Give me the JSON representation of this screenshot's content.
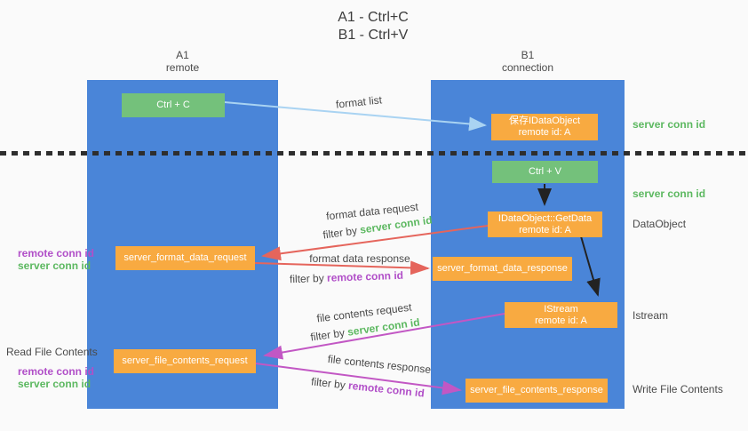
{
  "title": {
    "line1": "A1 - Ctrl+C",
    "line2": "B1 - Ctrl+V"
  },
  "lifelines": {
    "a1": {
      "name": "A1",
      "role": "remote"
    },
    "b1": {
      "name": "B1",
      "role": "connection"
    }
  },
  "nodes": {
    "ctrl_c": {
      "label": "Ctrl + C"
    },
    "ctrl_v": {
      "label": "Ctrl + V"
    },
    "save_idataobject": {
      "line1": "保存IDataObject",
      "line2": "remote id: A"
    },
    "getdata": {
      "line1": "IDataObject::GetData",
      "line2": "remote id: A"
    },
    "istream": {
      "line1": "IStream",
      "line2": "remote id: A"
    },
    "server_format_data_request": {
      "label": "server_format_data_request"
    },
    "server_format_data_response": {
      "label": "server_format_data_response"
    },
    "server_file_contents_request": {
      "label": "server_file_contents_request"
    },
    "server_file_contents_response": {
      "label": "server_file_contents_response"
    }
  },
  "flow_labels": {
    "format_list": "format list",
    "format_data_request": "format data request",
    "format_data_response": "format data response",
    "file_contents_request": "file contents request",
    "file_contents_response": "file contents response",
    "filter_by": "filter by ",
    "server_conn_id": "server conn id",
    "remote_conn_id": "remote conn id"
  },
  "annotations": {
    "right": {
      "server_conn_id_1": "server conn id",
      "server_conn_id_2": "server conn id",
      "dataobject": "DataObject",
      "istream": "Istream",
      "write_file_contents": "Write File Contents"
    },
    "left": {
      "remote_conn_id_1": "remote conn id",
      "server_conn_id_1": "server conn id",
      "read_file_contents": "Read File Contents",
      "remote_conn_id_2": "remote conn id",
      "server_conn_id_2": "server conn id"
    }
  },
  "colors": {
    "column_blue": "#4a85d8",
    "node_green": "#74c17b",
    "node_orange": "#f8aa41",
    "arrow_lightblue": "#a9d3f2",
    "arrow_red": "#e5655c",
    "arrow_magenta": "#c257c4",
    "arrow_black": "#222222",
    "text_green": "#5cb860",
    "text_purple": "#b14fc8",
    "text_dark": "#3f3f3f",
    "background": "#fafafa"
  }
}
